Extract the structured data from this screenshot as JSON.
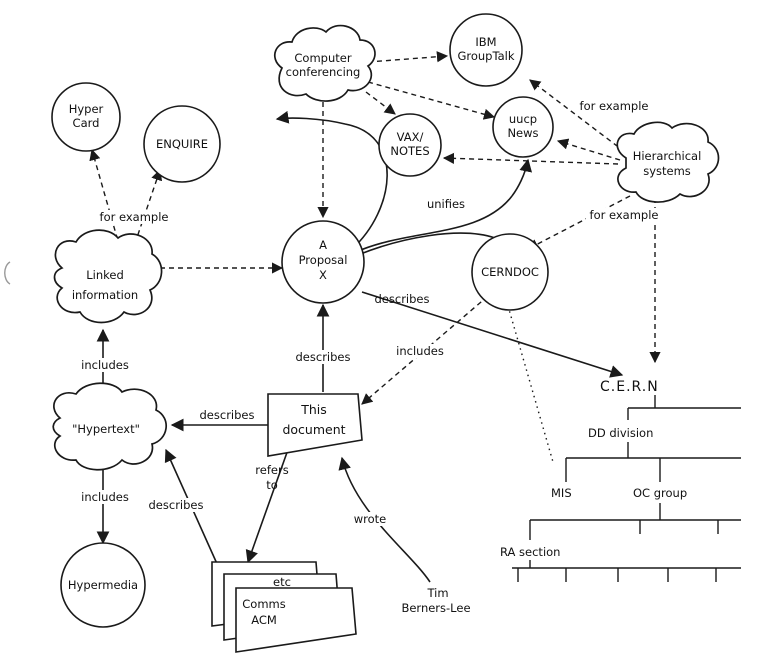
{
  "nodes": {
    "hypercard": [
      "Hyper",
      "Card"
    ],
    "enquire": [
      "ENQUIRE"
    ],
    "computer_conferencing": [
      "Computer",
      "conferencing"
    ],
    "ibm_grouptalk": [
      "IBM",
      "GroupTalk"
    ],
    "uucp_news": [
      "uucp",
      "News"
    ],
    "vax_notes": [
      "VAX/",
      "NOTES"
    ],
    "hierarchical_systems": [
      "Hierarchical",
      "systems"
    ],
    "linked_information": [
      "Linked",
      "information"
    ],
    "proposal": [
      "A",
      "Proposal",
      "X"
    ],
    "cerndoc": [
      "CERNDOC"
    ],
    "hypertext": [
      "\"Hypertext\""
    ],
    "this_document": [
      "This",
      "document"
    ],
    "hypermedia": [
      "Hypermedia"
    ],
    "comms_acm": [
      "Comms",
      "ACM"
    ],
    "etc": [
      "etc"
    ],
    "tim": [
      "Tim",
      "Berners-Lee"
    ]
  },
  "labels": {
    "for_example_1": "for example",
    "for_example_2": "for example",
    "for_example_3": "for example",
    "unifies": "unifies",
    "describes_1": "describes",
    "describes_2": "describes",
    "describes_3": "describes",
    "describes_4": "describes",
    "includes_1": "includes",
    "includes_2": "includes",
    "includes_3": "includes",
    "refers_to": [
      "refers",
      "to"
    ],
    "wrote": "wrote"
  },
  "org_tree": {
    "cern": "C.E.R.N",
    "dd_division": "DD division",
    "mis": "MIS",
    "oc_group": "OC group",
    "ra_section": "RA section"
  },
  "colors": {
    "ink": "#1a1a1a",
    "paper": "#ffffff"
  }
}
